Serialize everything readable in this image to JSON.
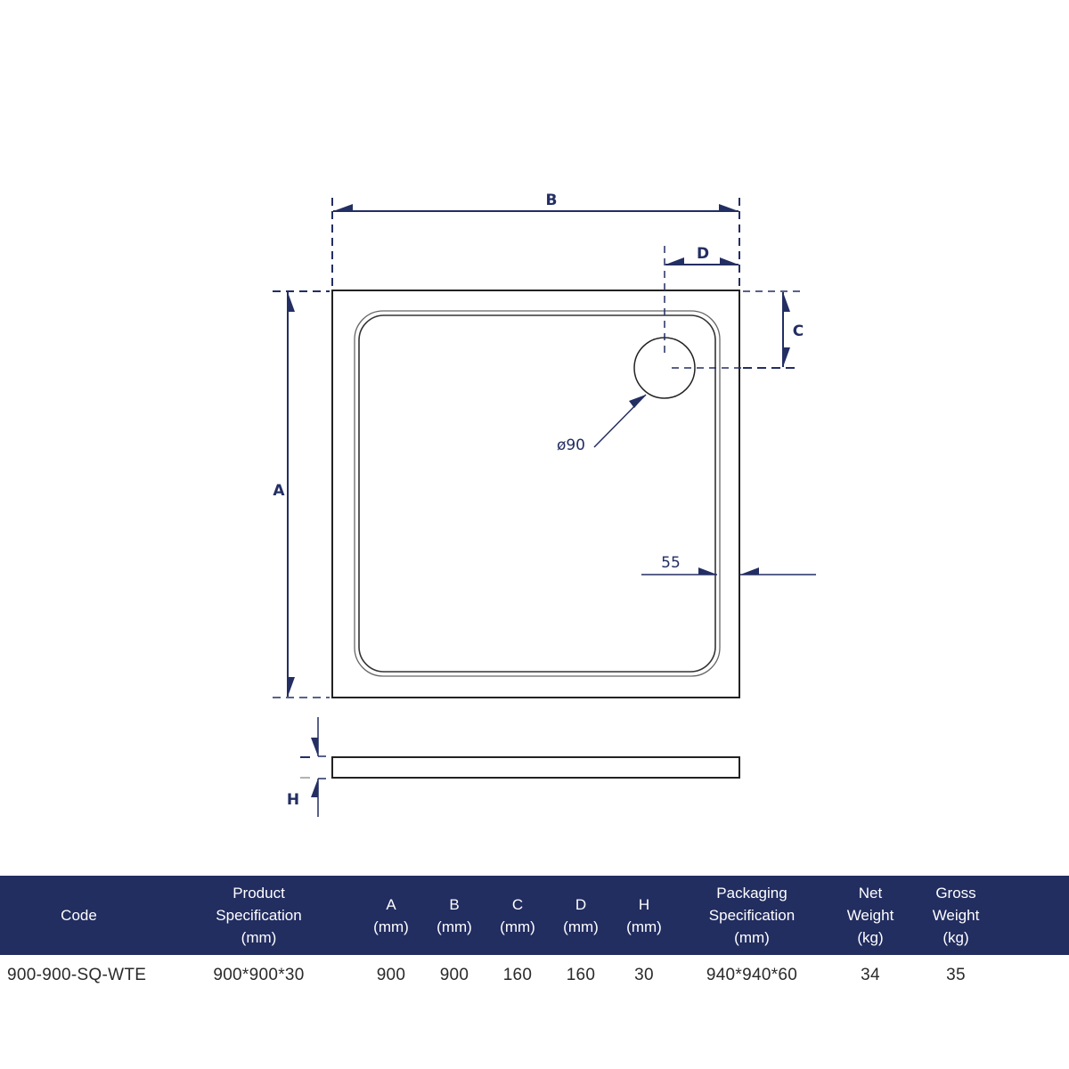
{
  "drawing": {
    "colors": {
      "dimension": "#232e63",
      "outline": "#222222",
      "inner_rim": "#555555"
    },
    "labels": {
      "dim_a": "A",
      "dim_b": "B",
      "dim_c": "C",
      "dim_d": "D",
      "dim_h": "H",
      "waste_diameter": "ø90",
      "rim_width": "55"
    }
  },
  "spec_table": {
    "header_color": "#222d60",
    "columns": [
      {
        "key": "code",
        "lines": [
          "Code"
        ]
      },
      {
        "key": "product_spec",
        "lines": [
          "Product",
          "Specification",
          "(mm)"
        ]
      },
      {
        "key": "a",
        "lines": [
          "A",
          "(mm)"
        ]
      },
      {
        "key": "b",
        "lines": [
          "B",
          "(mm)"
        ]
      },
      {
        "key": "c",
        "lines": [
          "C",
          "(mm)"
        ]
      },
      {
        "key": "d",
        "lines": [
          "D",
          "(mm)"
        ]
      },
      {
        "key": "h",
        "lines": [
          "H",
          "(mm)"
        ]
      },
      {
        "key": "packaging_spec",
        "lines": [
          "Packaging",
          "Specification",
          "(mm)"
        ]
      },
      {
        "key": "net_weight",
        "lines": [
          "Net",
          "Weight",
          "(kg)"
        ]
      },
      {
        "key": "gross_weight",
        "lines": [
          "Gross",
          "Weight",
          "(kg)"
        ]
      }
    ],
    "rows": [
      {
        "code": "900-900-SQ-WTE",
        "product_spec": "900*900*30",
        "a": "900",
        "b": "900",
        "c": "160",
        "d": "160",
        "h": "30",
        "packaging_spec": "940*940*60",
        "net_weight": "34",
        "gross_weight": "35"
      }
    ]
  }
}
